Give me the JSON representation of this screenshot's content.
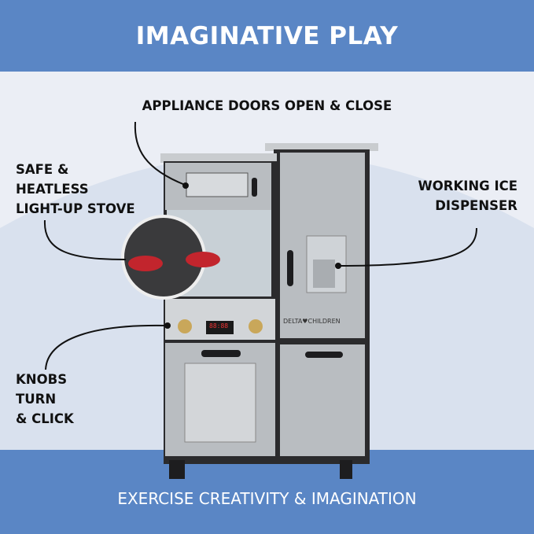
{
  "header": {
    "title": "IMAGINATIVE PLAY"
  },
  "callouts": {
    "doors": "APPLIANCE DOORS OPEN & CLOSE",
    "stove": [
      "SAFE &",
      "HEATLESS",
      "LIGHT-UP STOVE"
    ],
    "ice": [
      "WORKING ICE",
      "DISPENSER"
    ],
    "knobs": [
      "KNOBS",
      "TURN",
      "& CLICK"
    ]
  },
  "product": {
    "brand": "DELTA♥CHILDREN",
    "clock": "88:88"
  },
  "footer": {
    "tagline": "EXERCISE CREATIVITY & IMAGINATION"
  },
  "colors": {
    "banner": "#5a86c5",
    "background": "#ebeef5",
    "cabinet": "#b9bdc1",
    "frame": "#2b2b2d"
  }
}
